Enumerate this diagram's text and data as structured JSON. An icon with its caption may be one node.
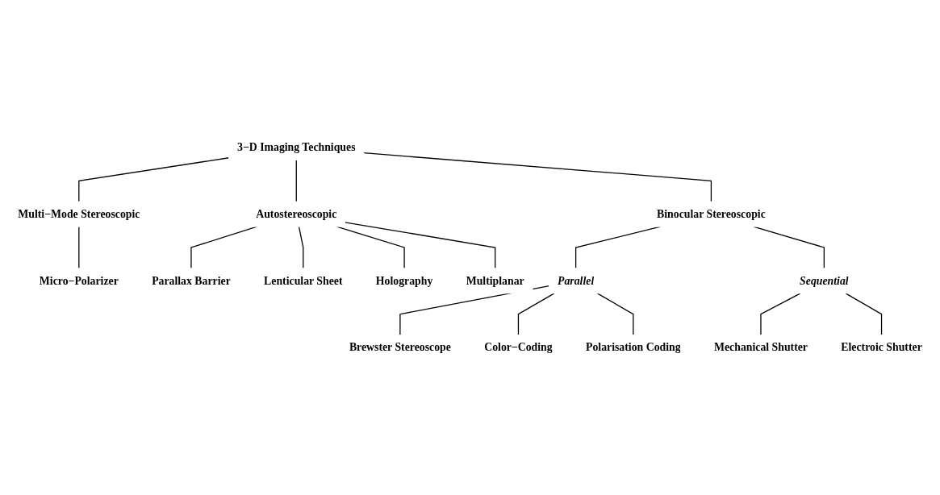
{
  "diagram": {
    "nodes": [
      {
        "text": [
          "3−D Imaging Techniques"
        ]
      },
      {
        "text": [
          "Multi−Mode Stereoscopic"
        ]
      },
      {
        "text": [
          "Autostereoscopic"
        ]
      },
      {
        "text": [
          "Binocular Stereoscopic"
        ]
      },
      {
        "text": [
          "Micro−Polarizer"
        ]
      },
      {
        "text": [
          "Parallax Barrier"
        ]
      },
      {
        "text": [
          "Lenticular Sheet"
        ]
      },
      {
        "text": [
          "Holography"
        ]
      },
      {
        "text": [
          "Multiplanar"
        ]
      },
      {
        "text": [
          "Parallel"
        ]
      },
      {
        "text": [
          "Sequential"
        ]
      },
      {
        "text": [
          "Brewster Stereoscope"
        ]
      },
      {
        "text": [
          "Color−Coding"
        ]
      },
      {
        "text": [
          "Polarisation Coding"
        ]
      },
      {
        "text": [
          "Mechanical Shutter"
        ]
      },
      {
        "text": [
          "Electroic Shutter"
        ]
      }
    ],
    "edges": [
      {
        "from": 0,
        "to": 1,
        "arrow": "none"
      },
      {
        "from": 0,
        "to": 2,
        "arrow": "none"
      },
      {
        "from": 0,
        "to": 3,
        "arrow": "none"
      },
      {
        "from": 1,
        "to": 4,
        "arrow": "none"
      },
      {
        "from": 2,
        "to": 5,
        "arrow": "none"
      },
      {
        "from": 2,
        "to": 6,
        "arrow": "none"
      },
      {
        "from": 2,
        "to": 7,
        "arrow": "none"
      },
      {
        "from": 2,
        "to": 8,
        "arrow": "none"
      },
      {
        "from": 3,
        "to": 9,
        "arrow": "none"
      },
      {
        "from": 3,
        "to": 10,
        "arrow": "none"
      },
      {
        "from": 9,
        "to": 11,
        "arrow": "none"
      },
      {
        "from": 9,
        "to": 12,
        "arrow": "none"
      },
      {
        "from": 9,
        "to": 13,
        "arrow": "none"
      },
      {
        "from": 10,
        "to": 14,
        "arrow": "none"
      },
      {
        "from": 10,
        "to": 15,
        "arrow": "none"
      }
    ]
  }
}
